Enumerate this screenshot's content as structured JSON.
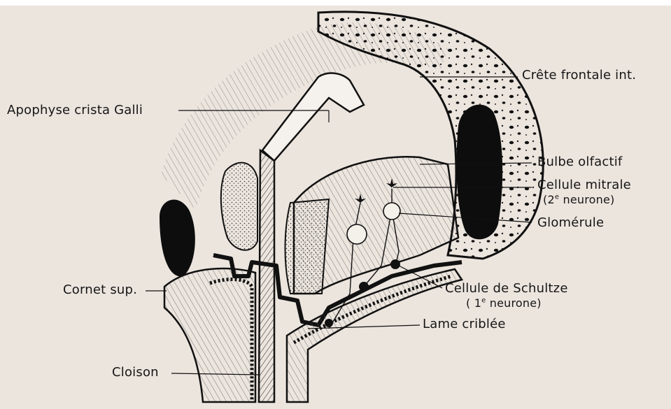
{
  "labels": {
    "crete_frontale": "Crête frontale int.",
    "apophyse": "Apophyse crista Galli",
    "bulbe": "Bulbe olfactif",
    "cellule_mitrale": "Cellule mitrale",
    "neurone2_pre": "(2",
    "neurone2_sup": "e",
    "neurone2_post": " neurone)",
    "glomerule": "Glomérule",
    "cornet": "Cornet sup.",
    "schultze": "Cellule de Schultze",
    "neurone1_pre": "( 1",
    "neurone1_sup": "e",
    "neurone1_post": " neurone)",
    "lame": "Lame criblée",
    "cloison": "Cloison"
  },
  "colors": {
    "page": "#ece5de",
    "ink": "#161616",
    "bone_stipple": "#cfc7bd"
  }
}
